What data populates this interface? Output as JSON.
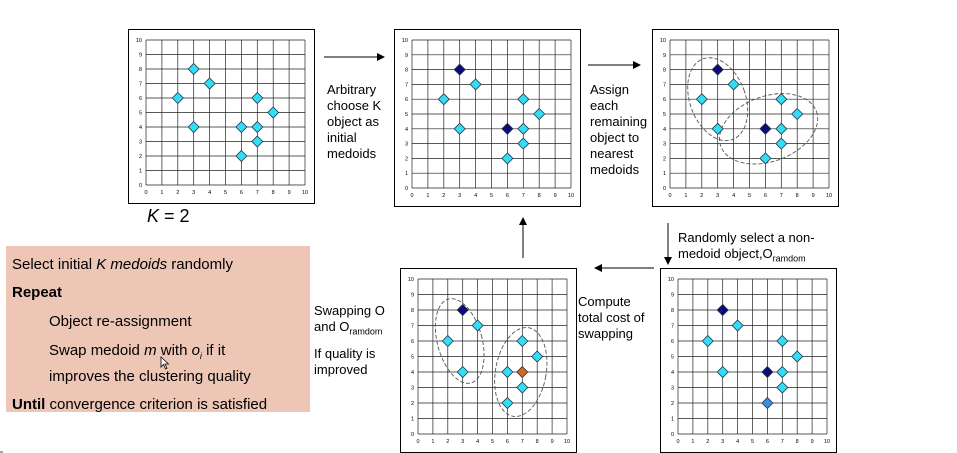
{
  "colors": {
    "dark_medoid": "#0b0b7a",
    "object": "#33ddf7",
    "swap_candidate": "#d2691e",
    "new_medoid": "#3a8fdc",
    "algo_bg": "#edc6b6"
  },
  "k_label": {
    "k": "K",
    "rest": " = 2"
  },
  "steps": {
    "arbitrary": [
      "Arbitrary",
      "choose K",
      "object as",
      "initial",
      "medoids"
    ],
    "assign": [
      "Assign",
      "each",
      "remaining",
      "object to",
      "nearest",
      "medoids"
    ],
    "random_line1": "Randomly select a non-",
    "random_line2": "medoid object,O",
    "random_sub": "ramdom",
    "compute": [
      "Compute",
      "total cost of",
      "swapping"
    ],
    "swapping_line1": "Swapping O",
    "swapping_line2": "and O",
    "swapping_sub": "ramdom",
    "quality": [
      "If quality is",
      "improved"
    ]
  },
  "algorithm": {
    "line1_prefix": "Select initial ",
    "line1_em": "K medoids",
    "line1_suffix": " randomly",
    "repeat": "Repeat",
    "reassign": "Object re-assignment",
    "swap_prefix": "Swap medoid ",
    "swap_m": "m",
    "swap_mid": " with ",
    "swap_o": "o",
    "swap_i": "i",
    "swap_suffix": " if it",
    "improves": "improves the clustering quality",
    "until": "Until",
    "until_rest": " convergence criterion is satisfied"
  },
  "chart_data": [
    {
      "type": "scatter",
      "panel": "initial",
      "xlim": [
        0,
        10
      ],
      "ylim": [
        0,
        10
      ],
      "grid": true,
      "x_ticks": [
        0,
        1,
        2,
        3,
        4,
        5,
        6,
        7,
        8,
        9,
        10
      ],
      "y_ticks": [
        0,
        1,
        2,
        3,
        4,
        5,
        6,
        7,
        8,
        9,
        10
      ],
      "points": [
        {
          "x": 2,
          "y": 6,
          "kind": "object"
        },
        {
          "x": 3,
          "y": 8,
          "kind": "object"
        },
        {
          "x": 4,
          "y": 7,
          "kind": "object"
        },
        {
          "x": 3,
          "y": 4,
          "kind": "object"
        },
        {
          "x": 6,
          "y": 4,
          "kind": "object"
        },
        {
          "x": 6,
          "y": 2,
          "kind": "object"
        },
        {
          "x": 7,
          "y": 6,
          "kind": "object"
        },
        {
          "x": 7,
          "y": 4,
          "kind": "object"
        },
        {
          "x": 7,
          "y": 3,
          "kind": "object"
        },
        {
          "x": 8,
          "y": 5,
          "kind": "object"
        }
      ]
    },
    {
      "type": "scatter",
      "panel": "medoids",
      "xlim": [
        0,
        10
      ],
      "ylim": [
        0,
        10
      ],
      "grid": true,
      "x_ticks": [
        0,
        1,
        2,
        3,
        4,
        5,
        6,
        7,
        8,
        9,
        10
      ],
      "y_ticks": [
        0,
        1,
        2,
        3,
        4,
        5,
        6,
        7,
        8,
        9,
        10
      ],
      "points": [
        {
          "x": 2,
          "y": 6,
          "kind": "object"
        },
        {
          "x": 3,
          "y": 8,
          "kind": "medoid"
        },
        {
          "x": 4,
          "y": 7,
          "kind": "object"
        },
        {
          "x": 3,
          "y": 4,
          "kind": "object"
        },
        {
          "x": 6,
          "y": 4,
          "kind": "medoid"
        },
        {
          "x": 6,
          "y": 2,
          "kind": "object"
        },
        {
          "x": 7,
          "y": 6,
          "kind": "object"
        },
        {
          "x": 7,
          "y": 4,
          "kind": "object"
        },
        {
          "x": 7,
          "y": 3,
          "kind": "object"
        },
        {
          "x": 8,
          "y": 5,
          "kind": "object"
        }
      ]
    },
    {
      "type": "scatter",
      "panel": "assigned",
      "xlim": [
        0,
        10
      ],
      "ylim": [
        0,
        10
      ],
      "grid": true,
      "x_ticks": [
        0,
        1,
        2,
        3,
        4,
        5,
        6,
        7,
        8,
        9,
        10
      ],
      "y_ticks": [
        0,
        1,
        2,
        3,
        4,
        5,
        6,
        7,
        8,
        9,
        10
      ],
      "clusters": [
        {
          "cx": 3,
          "cy": 6,
          "rx": 1.75,
          "ry": 2.9,
          "rot": -20
        },
        {
          "cx": 6.2,
          "cy": 4,
          "rx": 3.2,
          "ry": 2.2,
          "rot": -20
        }
      ],
      "points": [
        {
          "x": 2,
          "y": 6,
          "kind": "object"
        },
        {
          "x": 3,
          "y": 8,
          "kind": "medoid"
        },
        {
          "x": 4,
          "y": 7,
          "kind": "object"
        },
        {
          "x": 3,
          "y": 4,
          "kind": "object"
        },
        {
          "x": 6,
          "y": 4,
          "kind": "medoid"
        },
        {
          "x": 6,
          "y": 2,
          "kind": "object"
        },
        {
          "x": 7,
          "y": 6,
          "kind": "object"
        },
        {
          "x": 7,
          "y": 4,
          "kind": "object"
        },
        {
          "x": 7,
          "y": 3,
          "kind": "object"
        },
        {
          "x": 8,
          "y": 5,
          "kind": "object"
        }
      ]
    },
    {
      "type": "scatter",
      "panel": "random",
      "xlim": [
        0,
        10
      ],
      "ylim": [
        0,
        10
      ],
      "grid": true,
      "x_ticks": [
        0,
        1,
        2,
        3,
        4,
        5,
        6,
        7,
        8,
        9,
        10
      ],
      "y_ticks": [
        0,
        1,
        2,
        3,
        4,
        5,
        6,
        7,
        8,
        9,
        10
      ],
      "points": [
        {
          "x": 2,
          "y": 6,
          "kind": "object"
        },
        {
          "x": 3,
          "y": 8,
          "kind": "medoid"
        },
        {
          "x": 4,
          "y": 7,
          "kind": "object"
        },
        {
          "x": 3,
          "y": 4,
          "kind": "object"
        },
        {
          "x": 6,
          "y": 4,
          "kind": "medoid"
        },
        {
          "x": 6,
          "y": 2,
          "kind": "new"
        },
        {
          "x": 7,
          "y": 6,
          "kind": "object"
        },
        {
          "x": 7,
          "y": 4,
          "kind": "object"
        },
        {
          "x": 7,
          "y": 3,
          "kind": "object"
        },
        {
          "x": 8,
          "y": 5,
          "kind": "object"
        }
      ]
    },
    {
      "type": "scatter",
      "panel": "swapped",
      "xlim": [
        0,
        10
      ],
      "ylim": [
        0,
        10
      ],
      "grid": true,
      "x_ticks": [
        0,
        1,
        2,
        3,
        4,
        5,
        6,
        7,
        8,
        9,
        10
      ],
      "y_ticks": [
        0,
        1,
        2,
        3,
        4,
        5,
        6,
        7,
        8,
        9,
        10
      ],
      "clusters": [
        {
          "cx": 2.8,
          "cy": 6,
          "rx": 1.5,
          "ry": 2.8,
          "rot": -15
        },
        {
          "cx": 6.9,
          "cy": 4,
          "rx": 1.7,
          "ry": 2.9,
          "rot": 10
        }
      ],
      "points": [
        {
          "x": 2,
          "y": 6,
          "kind": "object"
        },
        {
          "x": 3,
          "y": 8,
          "kind": "medoid"
        },
        {
          "x": 4,
          "y": 7,
          "kind": "object"
        },
        {
          "x": 3,
          "y": 4,
          "kind": "object"
        },
        {
          "x": 6,
          "y": 4,
          "kind": "object"
        },
        {
          "x": 6,
          "y": 2,
          "kind": "object"
        },
        {
          "x": 7,
          "y": 6,
          "kind": "object"
        },
        {
          "x": 7,
          "y": 4,
          "kind": "swap"
        },
        {
          "x": 7,
          "y": 3,
          "kind": "object"
        },
        {
          "x": 8,
          "y": 5,
          "kind": "object"
        }
      ]
    }
  ]
}
